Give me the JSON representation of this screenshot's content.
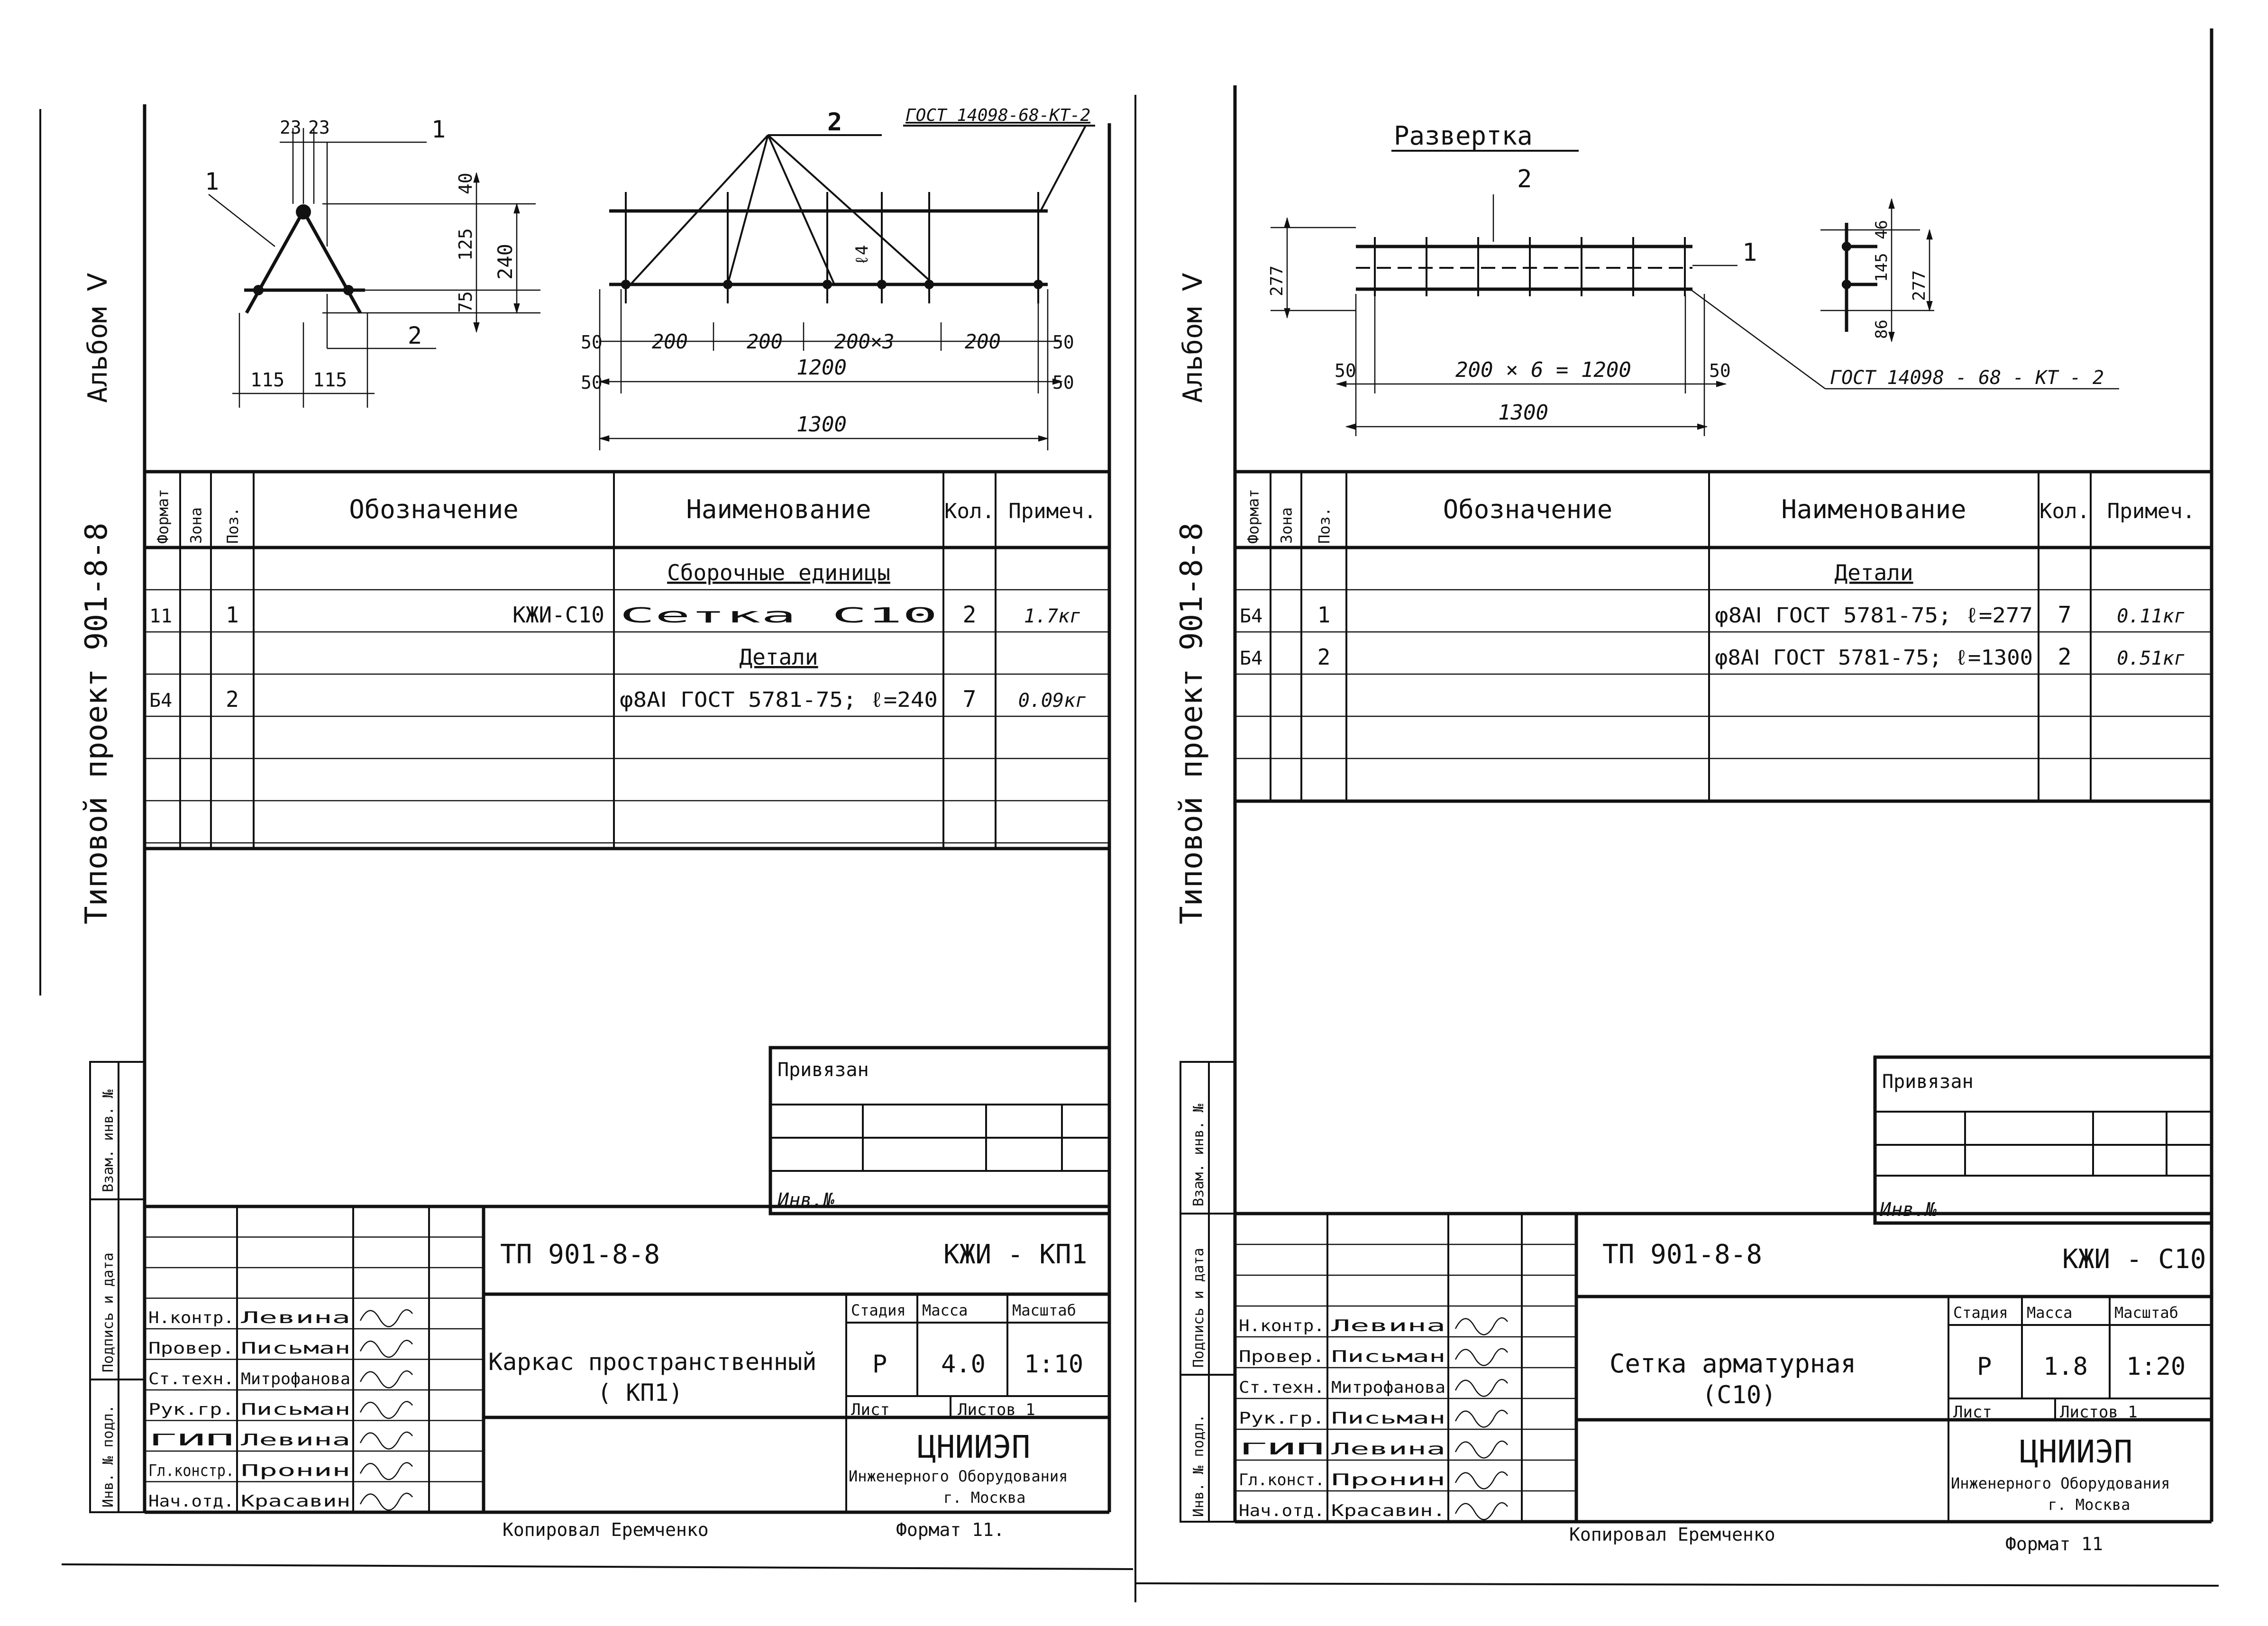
{
  "sheets": [
    {
      "album_label": "Альбом Ⅴ",
      "project_label": "Типовой проект 901-8-8",
      "side_labels": [
        "Инв. № подл.",
        "Подпись и дата",
        "Взам. инв. №"
      ],
      "drawing": {
        "leader_1a": "1",
        "leader_1b": "1",
        "leader_2a": "2",
        "leader_2b": "2",
        "dim_23a": "23",
        "dim_23b": "23",
        "dim_40": "40",
        "dim_125": "125",
        "dim_240": "240",
        "dim_75": "75",
        "dim_115a": "115",
        "dim_115b": "115",
        "gost": "ГОСТ 14098-68-КТ-2",
        "dim_l4": "ℓ4",
        "dims_row": [
          "50",
          "200",
          "200",
          "200×3",
          "200",
          "50"
        ],
        "dim_50a": "50",
        "dim_1200": "1200",
        "dim_50b": "50",
        "dim_1300": "1300"
      },
      "spec": {
        "headers": [
          "Формат",
          "Зона",
          "Поз.",
          "Обозначение",
          "Наименование",
          "Кол.",
          "Примеч."
        ],
        "rows": [
          {
            "format": "",
            "zone": "",
            "pos": "",
            "designation": "",
            "name": "Сборочные единицы",
            "qty": "",
            "note": ""
          },
          {
            "format": "11",
            "zone": "",
            "pos": "1",
            "designation": "КЖИ-С10",
            "name": "Сетка С10",
            "qty": "2",
            "note": "1.7кг"
          },
          {
            "format": "",
            "zone": "",
            "pos": "",
            "designation": "",
            "name": "Детали",
            "qty": "",
            "note": ""
          },
          {
            "format": "Б4",
            "zone": "",
            "pos": "2",
            "designation": "",
            "name": "φ8АⅠ ГОСТ 5781-75; ℓ=240",
            "qty": "7",
            "note": "0.09кг"
          }
        ]
      },
      "privyazan": "Привязан",
      "inv_no": "Инв.№",
      "title_block": {
        "code": "ТП 901-8-8",
        "doc": "КЖИ - КП1",
        "title_line1": "Каркас пространственный",
        "title_line2": "( КП1)",
        "stage_label": "Стадия",
        "mass_label": "Масса",
        "scale_label": "Масштаб",
        "stage": "Р",
        "mass": "4.0",
        "scale": "1:10",
        "sheet_label": "Лист",
        "sheets_label": "Листов 1",
        "org1": "ЦНИИЭП",
        "org2": "Инженерного Оборудования",
        "org3": "г. Москва",
        "staff": [
          {
            "role": "Н.контр.",
            "name": "Левина"
          },
          {
            "role": "Провер.",
            "name": "Письман"
          },
          {
            "role": "Ст.техн.",
            "name": "Митрофанова"
          },
          {
            "role": "Рук.гр.",
            "name": "Письман"
          },
          {
            "role": "ГИП",
            "name": "Левина"
          },
          {
            "role": "Гл.констр.",
            "name": "Пронин"
          },
          {
            "role": "Нач.отд.",
            "name": "Красавин"
          }
        ]
      },
      "copied": "Копировал Еремченко",
      "format": "Формат 11."
    },
    {
      "album_label": "Альбом Ⅴ",
      "project_label": "Типовой проект 901-8-8",
      "side_labels": [
        "Инв. № подл.",
        "Подпись и дата",
        "Взам. инв. №"
      ],
      "drawing": {
        "razvertka": "Развертка",
        "leader_2": "2",
        "leader_1": "1",
        "dim_277a": "277",
        "dim_50a": "50",
        "dim_span": "200 × 6 = 1200",
        "dim_50b": "50",
        "dim_1300": "1300",
        "gost": "ГОСТ 14098 - 68 - КТ - 2",
        "dim_46": "46",
        "dim_145": "145",
        "dim_277b": "277",
        "dim_86": "86"
      },
      "spec": {
        "headers": [
          "Формат",
          "Зона",
          "Поз.",
          "Обозначение",
          "Наименование",
          "Кол.",
          "Примеч."
        ],
        "rows": [
          {
            "format": "",
            "zone": "",
            "pos": "",
            "designation": "",
            "name": "Детали",
            "qty": "",
            "note": ""
          },
          {
            "format": "Б4",
            "zone": "",
            "pos": "1",
            "designation": "",
            "name": "φ8АⅠ ГОСТ 5781-75; ℓ=277",
            "qty": "7",
            "note": "0.11кг"
          },
          {
            "format": "Б4",
            "zone": "",
            "pos": "2",
            "designation": "",
            "name": "φ8АⅠ ГОСТ 5781-75; ℓ=1300",
            "qty": "2",
            "note": "0.51кг"
          }
        ]
      },
      "privyazan": "Привязан",
      "inv_no": "Инв.№",
      "title_block": {
        "code": "ТП 901-8-8",
        "doc": "КЖИ - С10",
        "title_line1": "Сетка арматурная",
        "title_line2": "(С10)",
        "stage_label": "Стадия",
        "mass_label": "Масса",
        "scale_label": "Масштаб",
        "stage": "Р",
        "mass": "1.8",
        "scale": "1:20",
        "sheet_label": "Лист",
        "sheets_label": "Листов 1",
        "org1": "ЦНИИЭП",
        "org2": "Инженерного Оборудования",
        "org3": "г. Москва",
        "staff": [
          {
            "role": "Н.контр.",
            "name": "Левина"
          },
          {
            "role": "Провер.",
            "name": "Письман"
          },
          {
            "role": "Ст.техн.",
            "name": "Митрофанова"
          },
          {
            "role": "Рук.гр.",
            "name": "Письман"
          },
          {
            "role": "ГИП",
            "name": "Левина"
          },
          {
            "role": "Гл.конст.",
            "name": "Пронин"
          },
          {
            "role": "Нач.отд.",
            "name": "Красавин."
          }
        ]
      },
      "copied": "Копировал Еремченко",
      "format": "Формат 11"
    }
  ]
}
